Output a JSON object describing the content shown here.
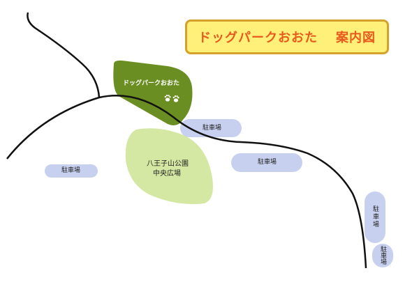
{
  "title": {
    "main": "ドッグパークおおた",
    "sub": "案内図"
  },
  "dog_park": {
    "label": "ドッグパークおおた",
    "icon": "paw-print-icon",
    "color": "#6B8E23"
  },
  "central_plaza": {
    "line1": "八王子山公園",
    "line2": "中央広場",
    "color": "#D4E8A3"
  },
  "parking": {
    "label_near_dogpark": "駐車場",
    "label_left": "駐車場",
    "label_center_right": "駐車場",
    "label_right_vertical": "駐車場",
    "label_bottom_right_vertical": "駐車場",
    "color": "#C8D0F0"
  },
  "colors": {
    "title_bg": "#FFF07A",
    "title_border": "#D6A12B",
    "title_text": "#E8591C",
    "road": "#111111"
  }
}
